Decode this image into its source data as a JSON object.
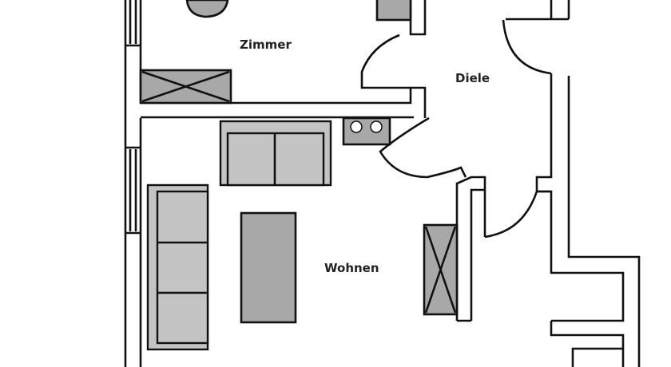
{
  "plan": {
    "rooms": [
      {
        "label": "Zimmer"
      },
      {
        "label": "Diele"
      },
      {
        "label": "Wohnen"
      }
    ],
    "colors": {
      "wall": "#111111",
      "furniture": "#a8a8a8",
      "background": "#ffffff"
    }
  }
}
